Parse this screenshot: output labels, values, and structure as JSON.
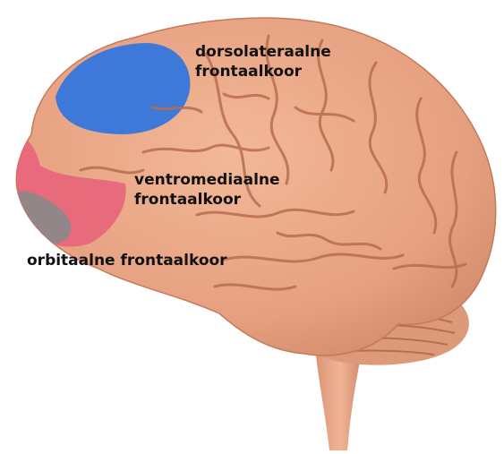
{
  "labels": {
    "dorsolateral": {
      "line1": "dorsolateraalne",
      "line2": "frontaalkoor"
    },
    "ventromedial": {
      "line1": "ventromediaalne",
      "line2": "frontaalkoor"
    },
    "orbital": {
      "text": "orbitaalne frontaalkoor"
    }
  },
  "colors": {
    "brain": "#e8a383",
    "brain_shadow": "#c9805f",
    "gyri_lines": "#b86d4e",
    "dorsolateral_region": "#2f74e0",
    "ventromedial_region": "#e8607a",
    "orbital_region": "#8a8a8a",
    "background": "#ffffff"
  }
}
